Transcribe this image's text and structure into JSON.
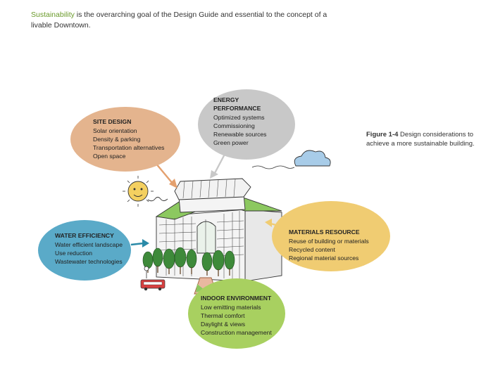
{
  "intro": {
    "highlight": "Sustainability",
    "rest": " is the overarching goal of the Design Guide and essential to the concept of a livable Downtown."
  },
  "caption": {
    "label": "Figure 1-4",
    "text": " Design considerations to achieve a more sustainable building."
  },
  "bubbles": {
    "energy": {
      "title_lines": [
        "ENERGY",
        "PERFORMANCE"
      ],
      "items": [
        "Optimized systems",
        "Commissioning",
        "Renewable sources",
        "Green power"
      ],
      "color": "#c8c8c8"
    },
    "site": {
      "title_lines": [
        "SITE DESIGN"
      ],
      "items": [
        "Solar orientation",
        "Density & parking",
        "Transportation alternatives",
        "Open space"
      ],
      "color": "#e4b48e"
    },
    "water": {
      "title_lines": [
        "WATER EFFICIENCY"
      ],
      "items": [
        "Water efficient landscape",
        "Use reduction",
        "Wastewater technologies"
      ],
      "color": "#5aaac8"
    },
    "materials": {
      "title_lines": [
        "MATERIALS RESOURCE"
      ],
      "items": [
        "Reuse of building or materials",
        "Recycled content",
        "Regional material sources"
      ],
      "color": "#f0cc72"
    },
    "indoor": {
      "title_lines": [
        "INDOOR ENVIRONMENT"
      ],
      "items": [
        "Low emitting materials",
        "Thermal comfort",
        "Daylight & views",
        "Construction management"
      ],
      "color": "#a8d060"
    }
  },
  "colors": {
    "highlight": "#6a9a2a",
    "roof_green": "#8cc860",
    "cloud": "#a8cce8",
    "bus": "#d84040",
    "tree": "#3e8a3a"
  }
}
